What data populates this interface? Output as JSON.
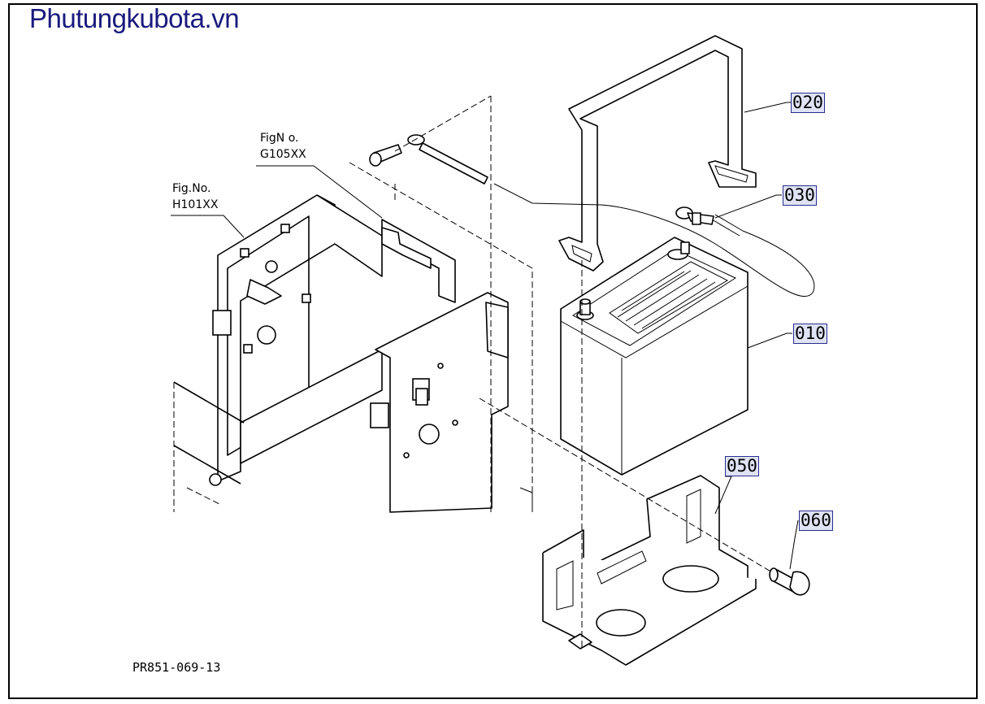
{
  "brand": {
    "text": "Phutungkubota.vn",
    "color": "#1a1a7e"
  },
  "figure_refs": [
    {
      "line1": "Fig.No.",
      "line2": "H101XX"
    },
    {
      "line1": "FigN o.",
      "line2": "G105XX"
    }
  ],
  "callouts": {
    "p020": "020",
    "p030": "030",
    "p010": "010",
    "p050": "050",
    "p060": "060"
  },
  "drawing_code": "PR851-069-13",
  "colors": {
    "callout_fill": "#dfe3f3",
    "callout_border": "#2b2d8f",
    "line": "#000000"
  }
}
